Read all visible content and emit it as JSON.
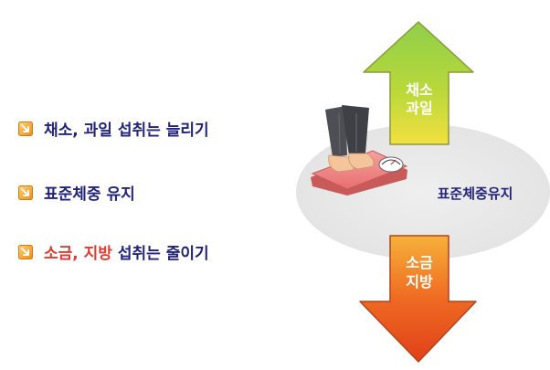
{
  "bullets": [
    {
      "text": "채소, 과일 섭취는 늘리기"
    },
    {
      "text": "표준체중 유지"
    },
    {
      "red_part": "소금, 지방",
      "rest": " 섭취는 줄이기"
    }
  ],
  "illustration": {
    "up_arrow_label_1": "채소",
    "up_arrow_label_2": "과일",
    "center_label": "표준체중유지",
    "down_arrow_label_1": "소금",
    "down_arrow_label_2": "지방"
  },
  "colors": {
    "bullet_text": "#22237a",
    "highlight_red": "#e03b2e",
    "up_arrow": "#7cc242",
    "down_arrow": "#e5471a",
    "ellipse": "#e6e6e6"
  }
}
